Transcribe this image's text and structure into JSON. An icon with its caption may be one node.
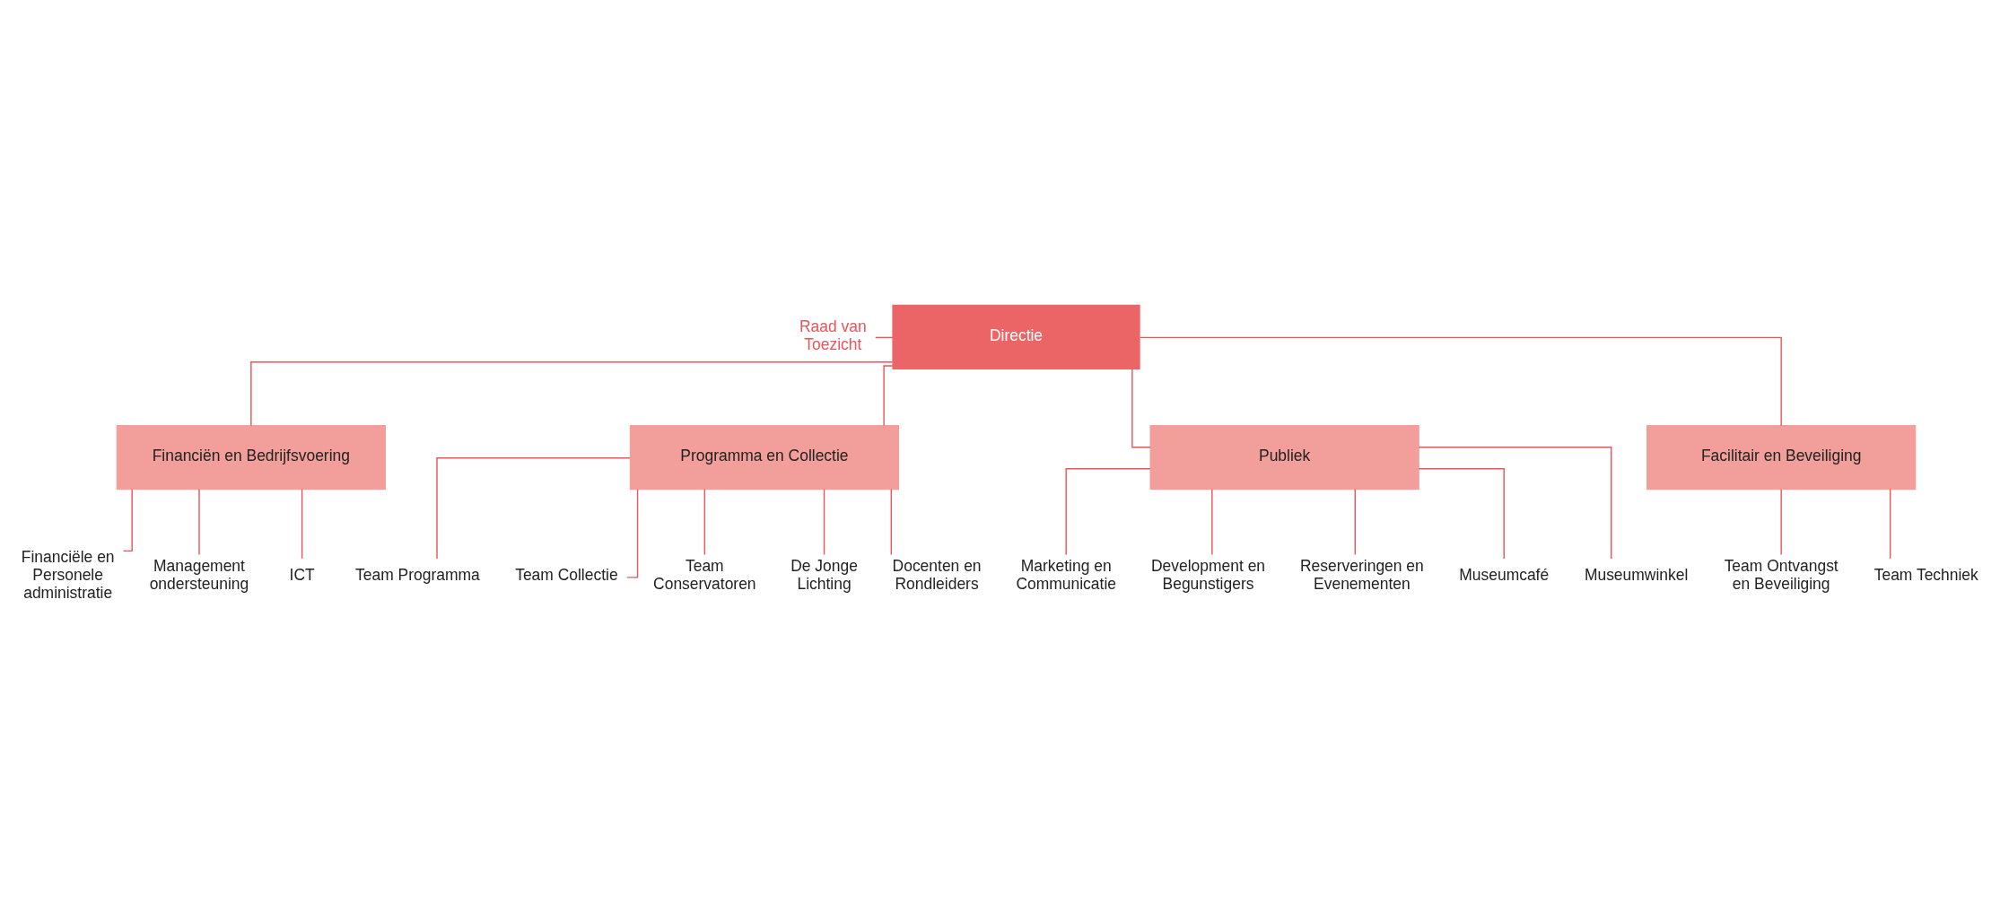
{
  "diagram": {
    "nodes": [
      {
        "text": [
          "Raad van Toezicht"
        ]
      },
      {
        "text": [
          "Directie"
        ]
      },
      {
        "text": [
          "Financiën en Bedrijfsvoering"
        ]
      },
      {
        "text": [
          "Programma en Collectie"
        ]
      },
      {
        "text": [
          "Publiek"
        ]
      },
      {
        "text": [
          "Facilitair en Beveiliging"
        ]
      },
      {
        "text": [
          "Financiële en Personele administratie"
        ]
      },
      {
        "text": [
          "Management ondersteuning"
        ]
      },
      {
        "text": [
          "ICT"
        ]
      },
      {
        "text": [
          "Team Programma"
        ]
      },
      {
        "text": [
          "Team Collectie"
        ]
      },
      {
        "text": [
          "Team Conservatoren"
        ]
      },
      {
        "text": [
          "De Jonge Lichting"
        ]
      },
      {
        "text": [
          "Docenten en Rondleiders"
        ]
      },
      {
        "text": [
          "Marketing en Communicatie"
        ]
      },
      {
        "text": [
          "Development en Begunstigers"
        ]
      },
      {
        "text": [
          "Reserveringen en Evenementen"
        ]
      },
      {
        "text": [
          "Museumcafé"
        ]
      },
      {
        "text": [
          "Museumwinkel"
        ]
      },
      {
        "text": [
          "Team Ontvangst en Beveiliging"
        ]
      },
      {
        "text": [
          "Team Techniek"
        ]
      }
    ],
    "edges": [
      {
        "from": 0,
        "to": 1,
        "arrow": "none"
      },
      {
        "from": 1,
        "to": 2,
        "arrow": "none"
      },
      {
        "from": 1,
        "to": 3,
        "arrow": "none"
      },
      {
        "from": 1,
        "to": 4,
        "arrow": "none"
      },
      {
        "from": 1,
        "to": 5,
        "arrow": "none"
      },
      {
        "from": 2,
        "to": 6,
        "arrow": "none"
      },
      {
        "from": 2,
        "to": 7,
        "arrow": "none"
      },
      {
        "from": 2,
        "to": 8,
        "arrow": "none"
      },
      {
        "from": 3,
        "to": 9,
        "arrow": "none"
      },
      {
        "from": 3,
        "to": 10,
        "arrow": "none"
      },
      {
        "from": 3,
        "to": 11,
        "arrow": "none"
      },
      {
        "from": 3,
        "to": 12,
        "arrow": "none"
      },
      {
        "from": 3,
        "to": 13,
        "arrow": "none"
      },
      {
        "from": 4,
        "to": 14,
        "arrow": "none"
      },
      {
        "from": 4,
        "to": 15,
        "arrow": "none"
      },
      {
        "from": 4,
        "to": 16,
        "arrow": "none"
      },
      {
        "from": 4,
        "to": 17,
        "arrow": "none"
      },
      {
        "from": 4,
        "to": 18,
        "arrow": "none"
      },
      {
        "from": 5,
        "to": 19,
        "arrow": "none"
      },
      {
        "from": 5,
        "to": 20,
        "arrow": "none"
      }
    ]
  }
}
